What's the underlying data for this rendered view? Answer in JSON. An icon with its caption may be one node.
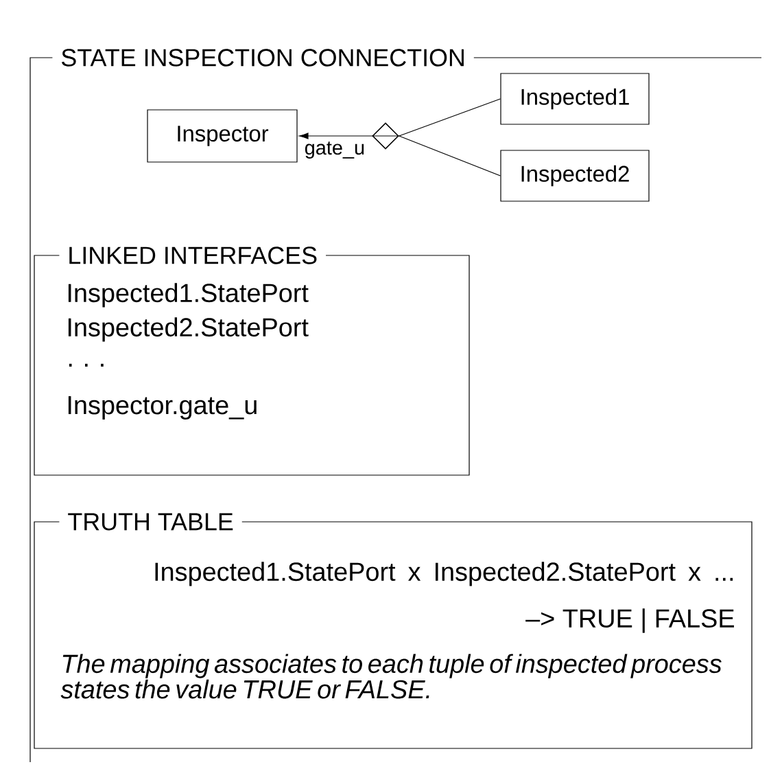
{
  "diagram": {
    "nodes": [
      {
        "text": [
          "STATE INSPECTION CONNECTION"
        ]
      },
      {
        "text": [
          "Inspector"
        ],
        "in": 0
      },
      {
        "text": [],
        "shape": "diamond",
        "in": 0
      },
      {
        "text": [
          "Inspected1"
        ],
        "in": 0
      },
      {
        "text": [
          "Inspected2"
        ],
        "in": 0
      },
      {
        "text": [
          "LINKED INTERFACES",
          "Inspected1.StatePort",
          "Inspected2.StatePort",
          "· · ·",
          "Inspector.gate_u"
        ],
        "in": 0
      },
      {
        "text": [
          "TRUTH TABLE",
          "Inspected1.StatePort  x  Inspected2.StatePort x  ...",
          "–> TRUE | FALSE",
          "The mapping associates to each tuple of inspected process states the value TRUE or FALSE."
        ],
        "in": 0
      }
    ],
    "edges": [
      {
        "from": 2,
        "to": 1,
        "arrow": "to",
        "label": "gate_u"
      },
      {
        "from": 3,
        "to": 2,
        "arrow": "none"
      },
      {
        "from": 4,
        "to": 2,
        "arrow": "none"
      }
    ]
  }
}
